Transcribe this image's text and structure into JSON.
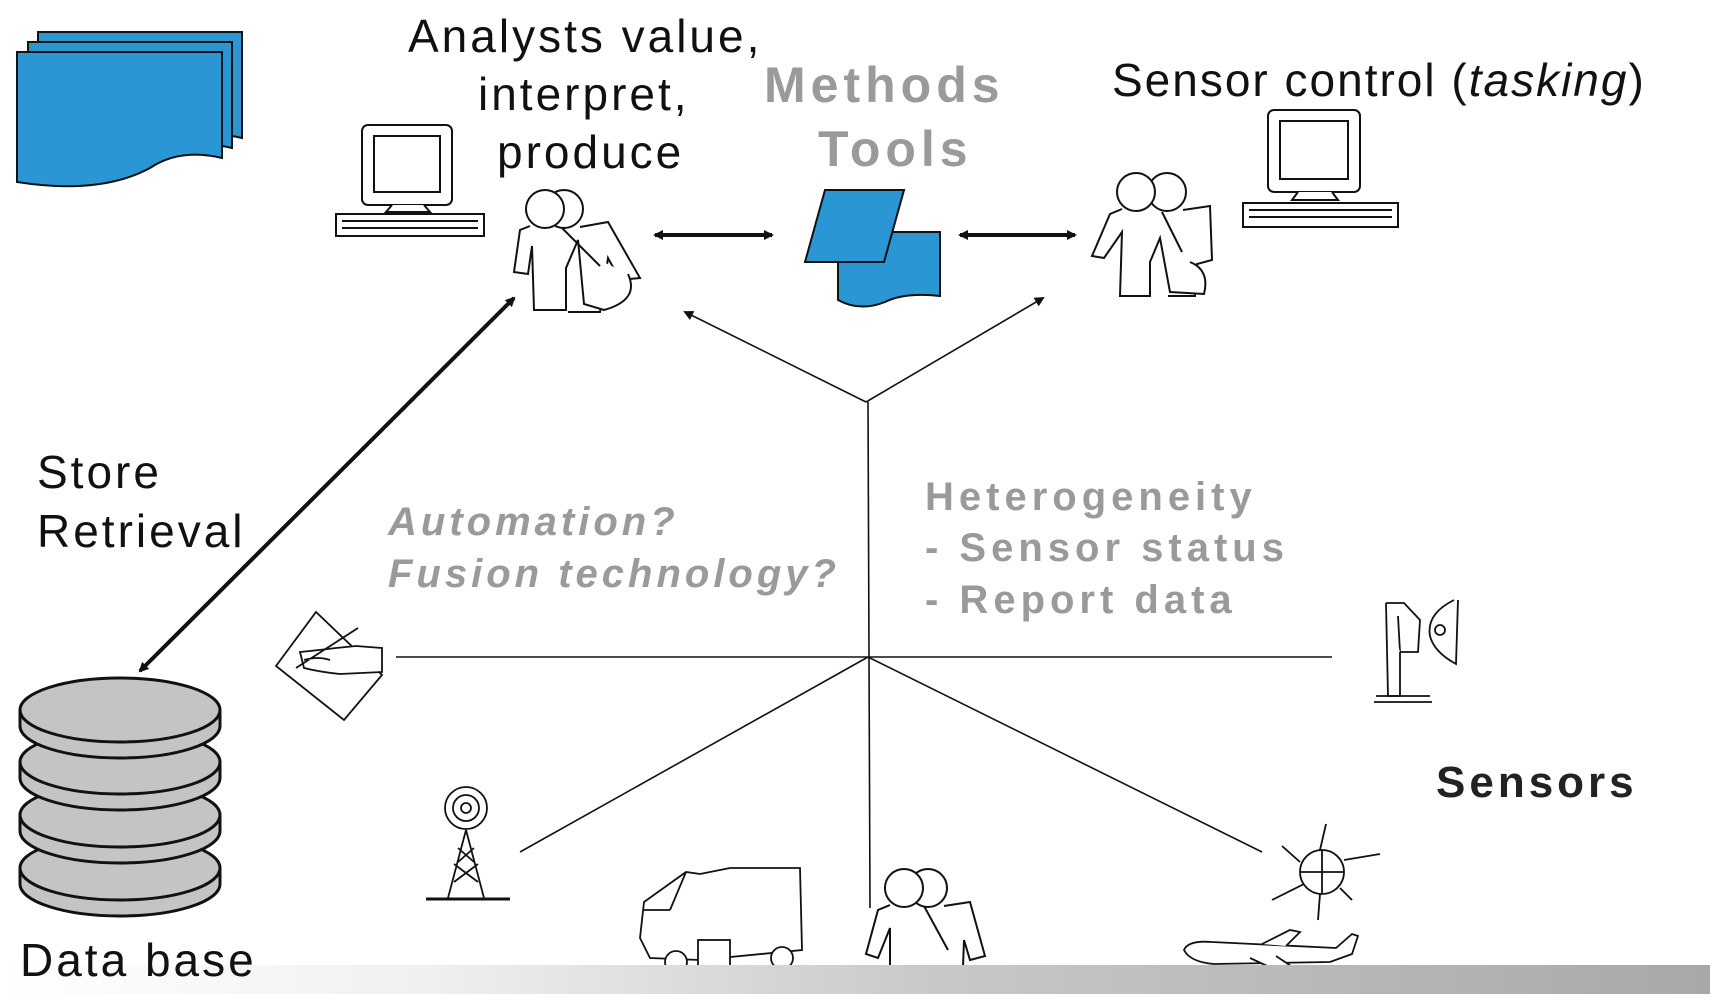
{
  "analysts": {
    "line1": "Analysts value,",
    "line2": "interpret,",
    "line3": "produce"
  },
  "methods_tools": {
    "line1": "Methods",
    "line2": "Tools"
  },
  "sensor_control": {
    "prefix": "Sensor control (",
    "italic": "tasking",
    "suffix": ")"
  },
  "store_retrieval": {
    "line1": "Store",
    "line2": "Retrieval"
  },
  "automation": {
    "line1": "Automation?",
    "line2": "Fusion technology?"
  },
  "heterogeneity": {
    "title": "Heterogeneity",
    "item1": "- Sensor status",
    "item2": "- Report data"
  },
  "sensors_label": "Sensors",
  "database_label": "Data base",
  "colors": {
    "accent_blue": "#2b96d4",
    "grey_text": "#9a9a9a",
    "db_grey": "#c4c4c4"
  }
}
